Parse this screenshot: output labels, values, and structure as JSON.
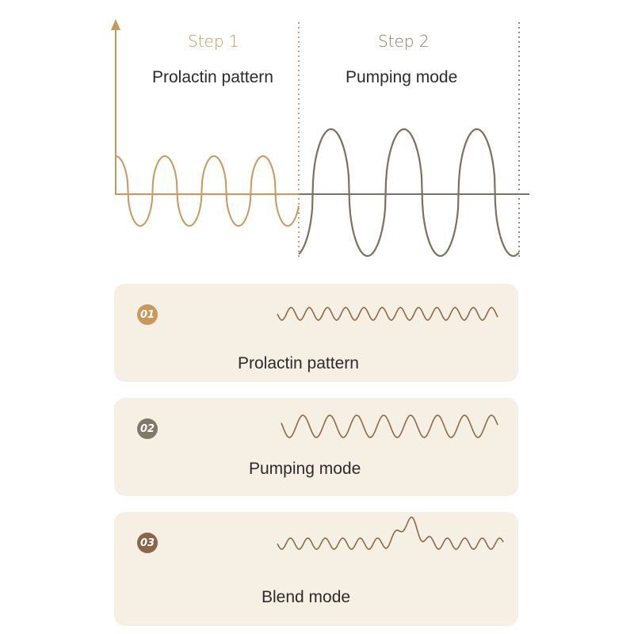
{
  "diagram": {
    "steps": [
      {
        "label": "Step 1",
        "mode": "Prolactin pattern",
        "color": "#c8995a"
      },
      {
        "label": "Step 2",
        "mode": "Pumping mode",
        "color": "#8a7a66"
      }
    ],
    "colors": {
      "step1_wave": "#c8995a",
      "step2_wave": "#7c7060",
      "axis_step1": "#c8995a",
      "axis_step2": "#7c7060"
    }
  },
  "modes": [
    {
      "number": "01",
      "label": "Prolactin pattern",
      "badge_color": "#c8995a",
      "wave_color": "#8c6a48",
      "icon": "prolactin-wave-icon"
    },
    {
      "number": "02",
      "label": "Pumping mode",
      "badge_color": "#827867",
      "wave_color": "#8c6a48",
      "icon": "pumping-wave-icon"
    },
    {
      "number": "03",
      "label": "Blend mode",
      "badge_color": "#8a6548",
      "wave_color": "#8c6a48",
      "icon": "blend-wave-icon"
    }
  ]
}
